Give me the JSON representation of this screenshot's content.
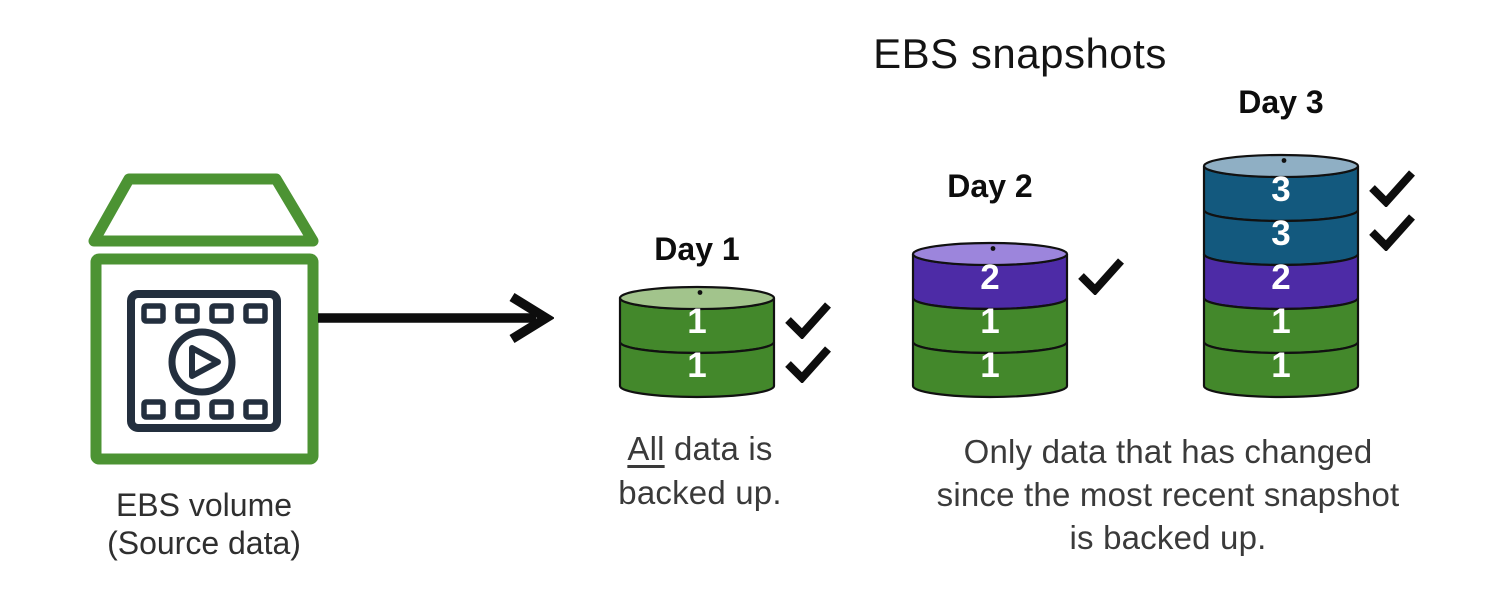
{
  "title": "EBS snapshots",
  "source": {
    "label_line1": "EBS volume",
    "label_line2": "(Source data)"
  },
  "days": [
    {
      "label": "Day 1",
      "cap_color": "green_cap",
      "segments": [
        {
          "label": "1",
          "color": "green"
        },
        {
          "label": "1",
          "color": "green"
        }
      ],
      "checkmarks": 2
    },
    {
      "label": "Day 2",
      "cap_color": "purple_cap",
      "segments": [
        {
          "label": "2",
          "color": "purple"
        },
        {
          "label": "1",
          "color": "green"
        },
        {
          "label": "1",
          "color": "green"
        }
      ],
      "checkmarks": 1
    },
    {
      "label": "Day 3",
      "cap_color": "blue_cap",
      "segments": [
        {
          "label": "3",
          "color": "blue"
        },
        {
          "label": "3",
          "color": "blue"
        },
        {
          "label": "2",
          "color": "purple"
        },
        {
          "label": "1",
          "color": "green"
        },
        {
          "label": "1",
          "color": "green"
        }
      ],
      "checkmarks": 2
    }
  ],
  "captions": {
    "day1_line1_underlined": "All",
    "day1_line1_rest": " data is",
    "day1_line2": "backed up.",
    "incremental_line1": "Only data that has changed",
    "incremental_line2": "since the most recent snapshot",
    "incremental_line3": "is backed up."
  },
  "colors": {
    "green": "#43882B",
    "green_cap": "#A2C48C",
    "purple": "#4D2BA6",
    "purple_cap": "#9C85DC",
    "blue": "#13597E",
    "blue_cap": "#8FAFC4",
    "outline": "#111111",
    "icon_green": "#4C9333",
    "icon_navy": "#232F3E",
    "ink": "#0D0D0D",
    "segment_text": "#FFFFFF"
  }
}
